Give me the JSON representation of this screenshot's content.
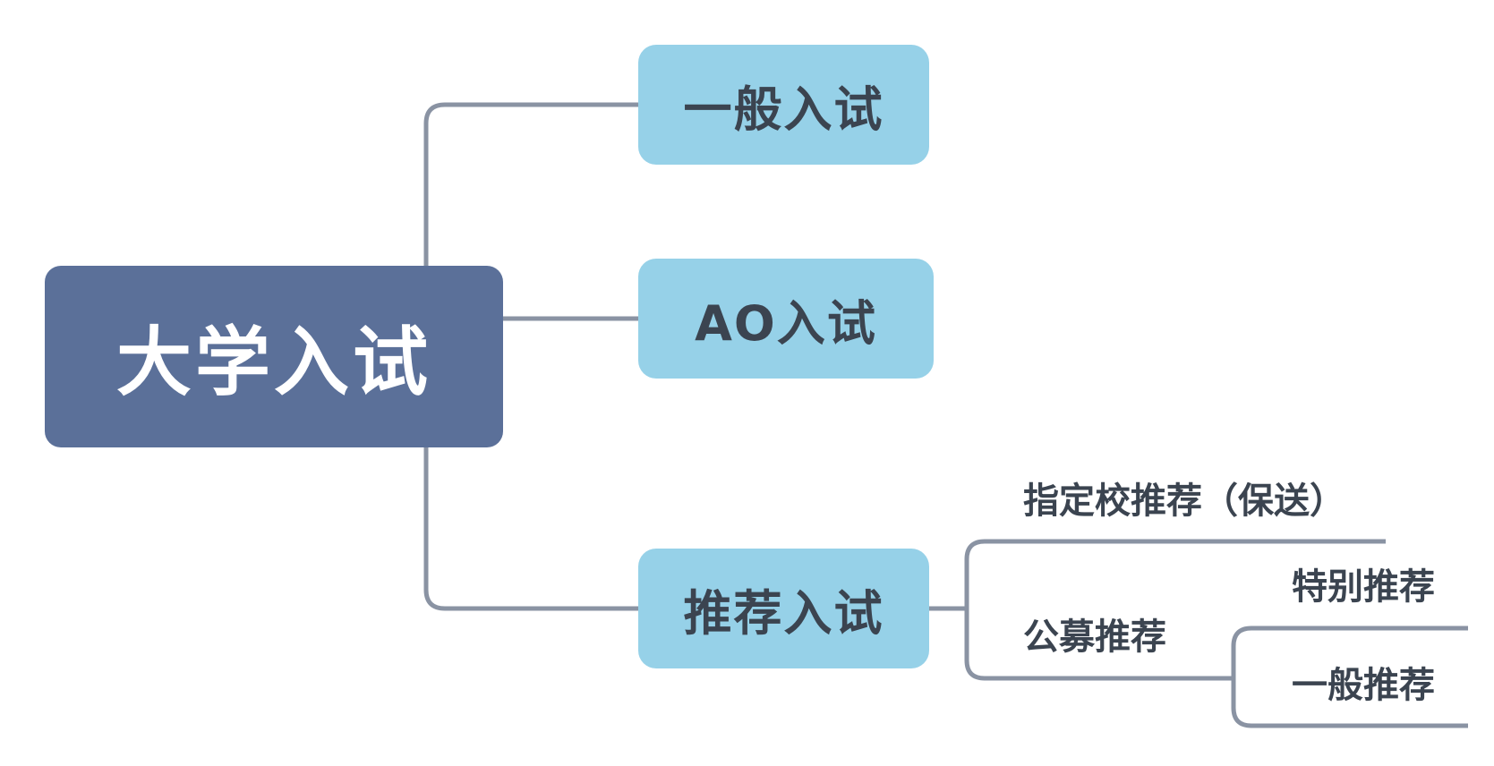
{
  "diagram": {
    "root": {
      "label": "大学入试"
    },
    "branches": [
      {
        "label": "一般入试"
      },
      {
        "label": "AO入试"
      },
      {
        "label": "推荐入试",
        "children": [
          {
            "label": "指定校推荐（保送）"
          },
          {
            "label": "公募推荐",
            "children": [
              {
                "label": "特别推荐"
              },
              {
                "label": "一般推荐"
              }
            ]
          }
        ]
      }
    ]
  },
  "colors": {
    "root_fill": "#5b7099",
    "root_text": "#ffffff",
    "branch_fill": "#96d1e8",
    "node_text": "#3b4450",
    "connector": "#8a93a3"
  }
}
